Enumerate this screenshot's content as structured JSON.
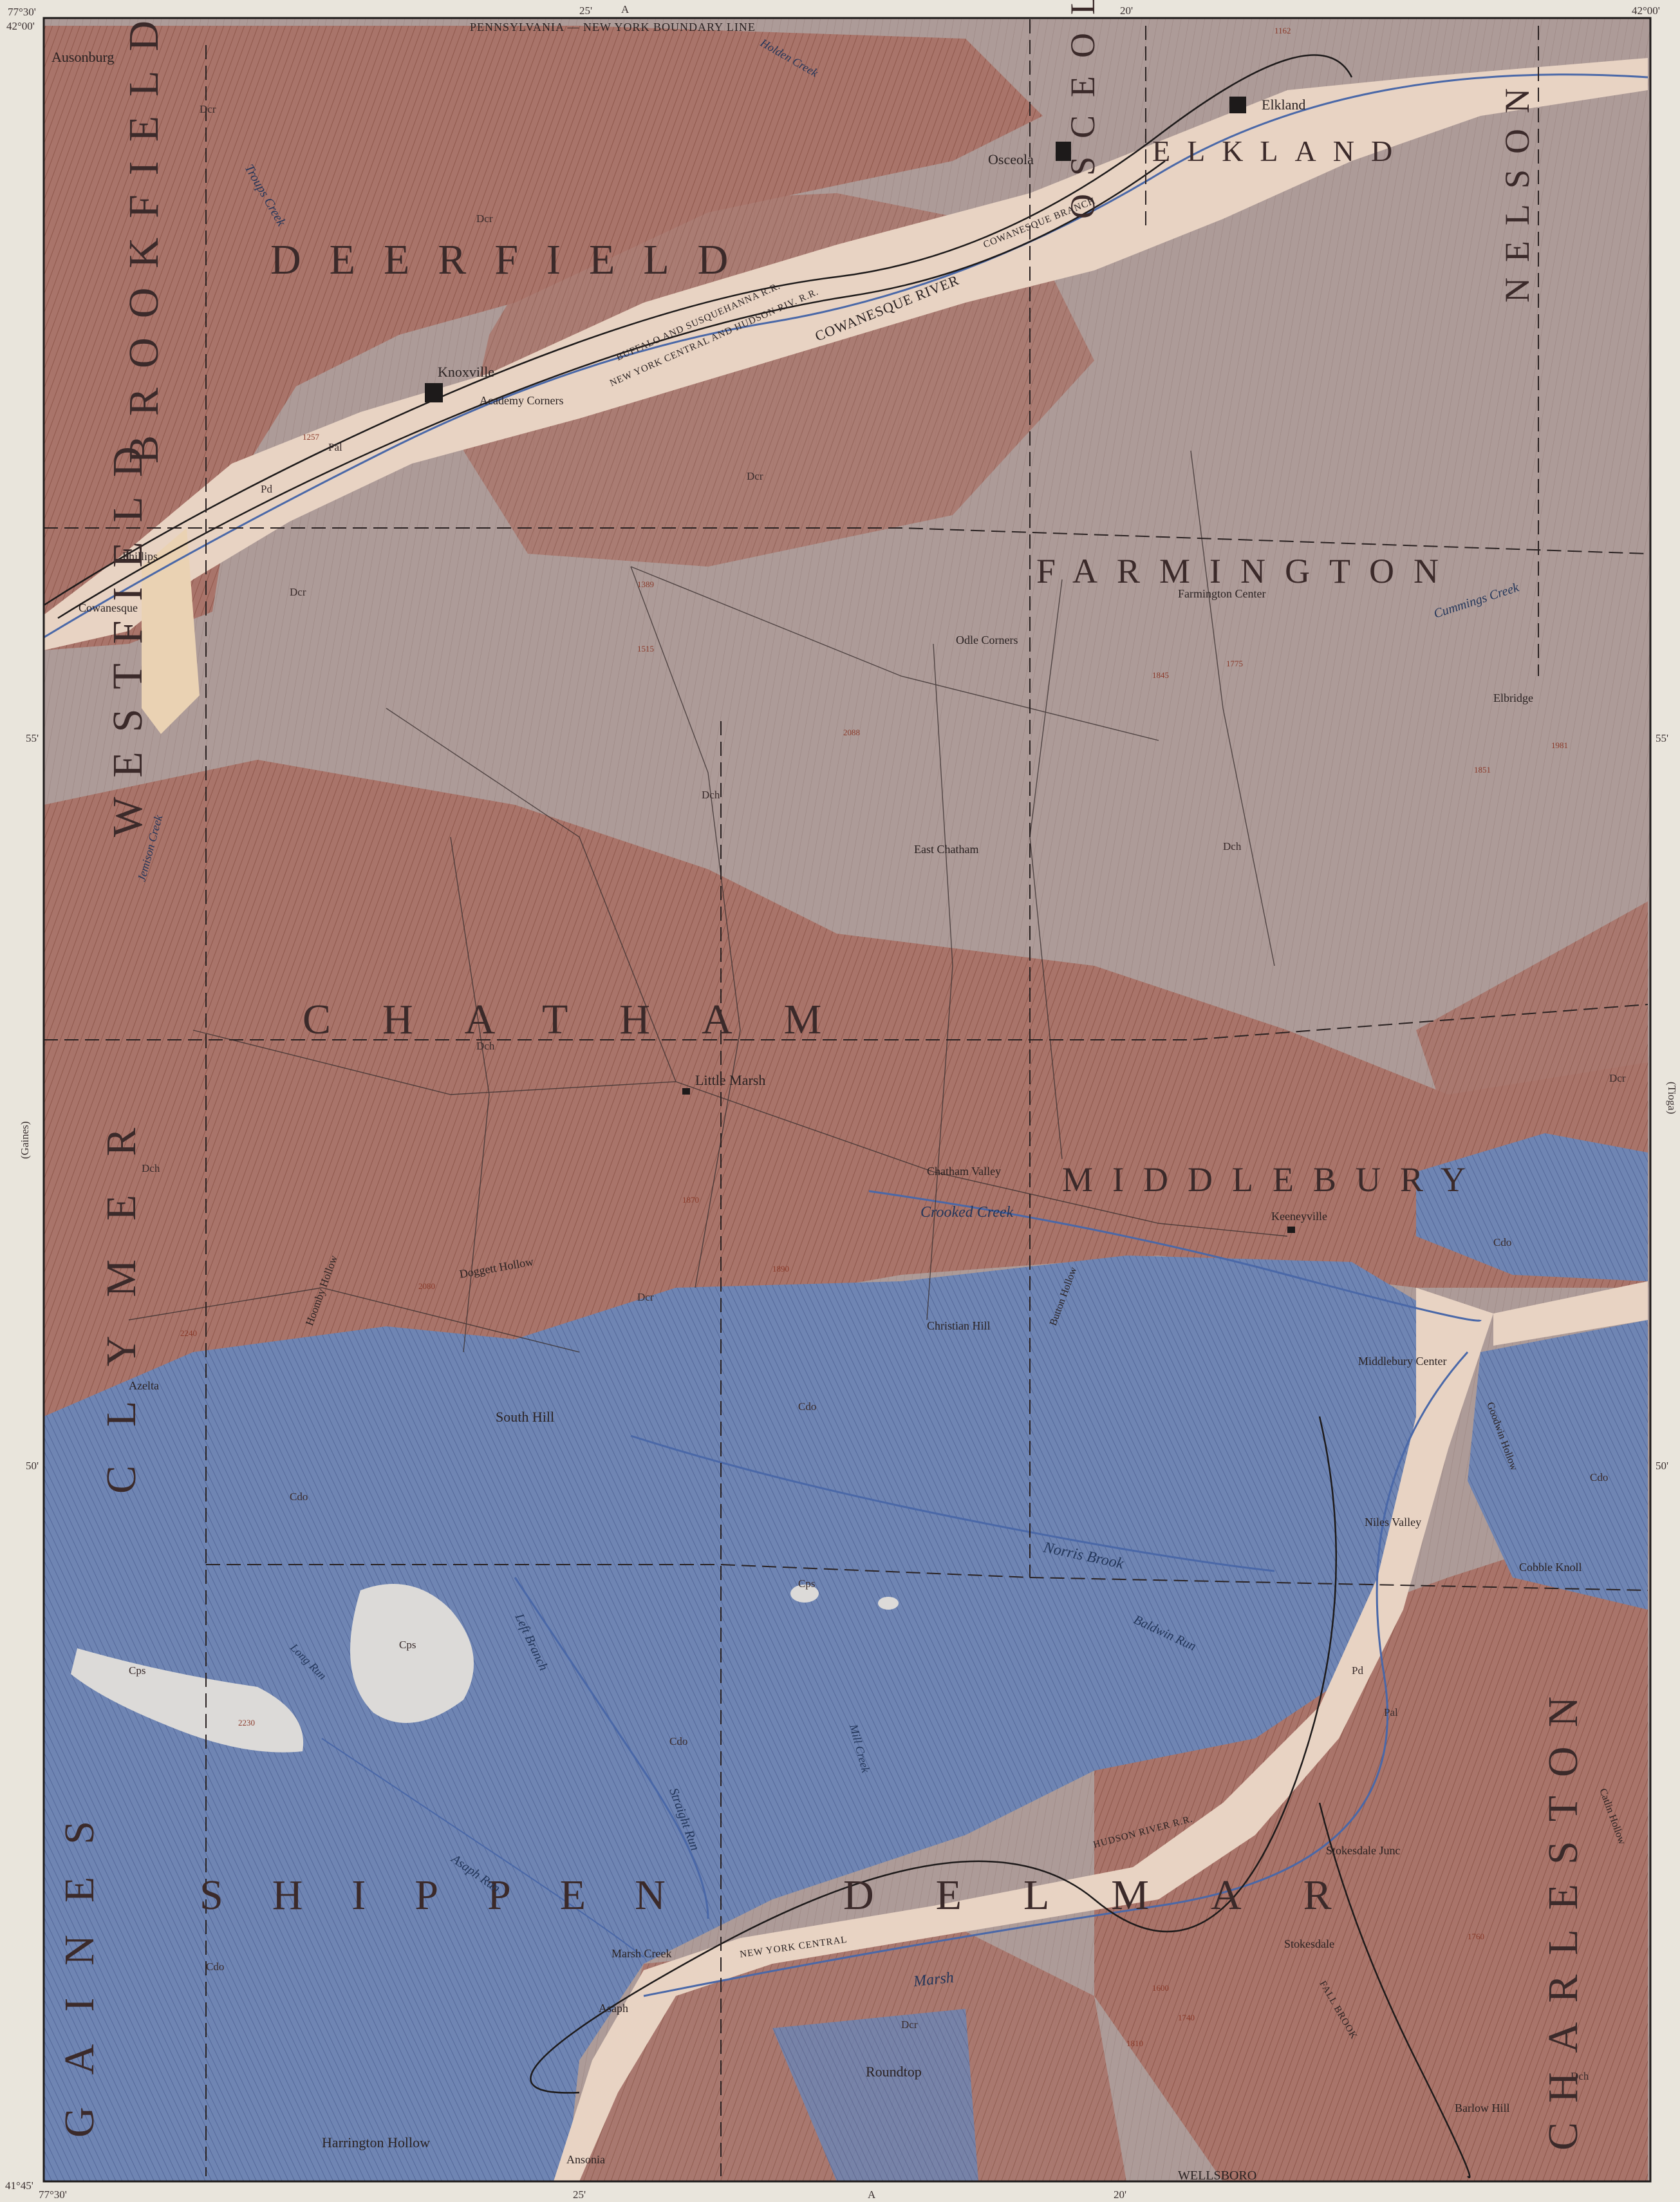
{
  "map": {
    "boundary_line": "PENNSYLVANIA — NEW YORK    BOUNDARY LINE",
    "neighbors": {
      "left": "(Gaines)",
      "right": "(Tioga)"
    },
    "margin": {
      "corner_tl": "77°30'",
      "corner_tl2": "42°00'",
      "corner_tr": "42°00'",
      "corner_bl": "41°45'",
      "corner_bl2": "77°30'",
      "top_ticks": [
        "25'",
        "A",
        "20'"
      ],
      "bottom_ticks": [
        "25'",
        "A",
        "20'"
      ],
      "side_ticks": [
        "55'",
        "50'"
      ]
    },
    "townships": {
      "deerfield": "DEERFIELD",
      "brookfield": "BROOKFIELD",
      "westfield": "WESTFIELD",
      "osceola": "OSCEOLA",
      "elkland": "ELKLAND",
      "nelson": "NELSON",
      "farmington": "FARMINGTON",
      "chatham": "CHATHAM",
      "middlebury": "MIDDLEBURY",
      "clymer": "CLYMER",
      "gaines": "GAINES",
      "shippen": "SHIPPEN",
      "delmar": "DELMAR",
      "charleston": "CHARLESTON"
    },
    "places": {
      "ausonburg": "Ausonburg",
      "osceola": "Osceola",
      "elkland": "Elkland",
      "knoxville": "Knoxville",
      "academy_corners": "Academy Corners",
      "phillips": "Phillips",
      "cowanesque": "Cowanesque",
      "farmington_center": "Farmington Center",
      "odle_corners": "Odle Corners",
      "elbridge": "Elbridge",
      "east_chatham": "East Chatham",
      "little_marsh": "Little Marsh",
      "chatham_valley": "Chatham Valley",
      "keeneyville": "Keeneyville",
      "christian_hill": "Christian Hill",
      "button_hollow": "Button Hollow",
      "middlebury_center": "Middlebury Center",
      "dodgett_hollow": "Doggett Hollow",
      "hoomby_hollow": "Hoomby Hollow",
      "azelta": "Azelta",
      "south_hill": "South Hill",
      "niles_valley": "Niles Valley",
      "cobble_knoll": "Cobble Knoll",
      "stokesdale_junc": "Stokesdale Junc",
      "stokesdale": "Stokesdale",
      "asaph": "Asaph",
      "roundtop": "Roundtop",
      "ansonia": "Ansonia",
      "harrington_hollow": "Harrington Hollow",
      "barlow_hill": "Barlow Hill",
      "wellsboro": "WELLSBORO",
      "marsh_creek": "Marsh Creek",
      "goodwin_hollow": "Goodwin Hollow",
      "catlin_hollow": "Catlin Hollow"
    },
    "streams": {
      "cowanesque_river": "COWANESQUE RIVER",
      "troups_creek": "Troups Creek",
      "crooked_creek": "Crooked Creek",
      "norris_brook": "Norris Brook",
      "baldwin_run": "Baldwin Run",
      "left_branch": "Left Branch",
      "straight_run": "Straight Run",
      "asaph_run": "Asaph Run",
      "marsh": "Marsh",
      "cummings_creek": "Cummings Creek",
      "jemison_creek": "Jemison Creek",
      "holden_creek": "Holden Creek",
      "long_run": "Long Run",
      "mill_creek": "Mill Creek"
    },
    "railroads": {
      "bs": "BUFFALO AND SUSQUEHANNA R.R.",
      "nych": "NEW YORK CENTRAL AND HUDSON RIV. R.R.",
      "branch": "COWANESQUE BRANCH",
      "nyc_south": "NEW YORK CENTRAL",
      "hudson": "HUDSON RIVER R.R.",
      "fall_brook": "FALL BROOK"
    },
    "units": [
      "Dcr",
      "Dch",
      "Cdo",
      "Cps",
      "Pal",
      "Pd"
    ],
    "elevations": [
      "1162",
      "1257",
      "2088",
      "1851",
      "1981",
      "2230",
      "1870",
      "1890",
      "2080",
      "2240",
      "1810",
      "1760",
      "1740",
      "1600",
      "1389",
      "1515",
      "1775",
      "1845"
    ],
    "legend_colors": {
      "Dch": "#ab9896",
      "Dcr": "#ad7a70",
      "Cdo": "#7086b4",
      "Cps": "#dcdad8",
      "Pal": "#e8d3c3",
      "Pd": "#ead2b3"
    }
  }
}
